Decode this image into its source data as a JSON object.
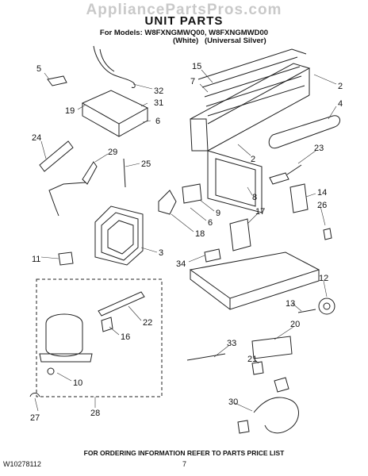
{
  "watermark": "AppliancePartsPros.com",
  "title": "UNIT PARTS",
  "models_line": "For Models: W8FXNGMWQ00, W8FXNGMWD00",
  "color_white": "(White)",
  "color_silver": "(Universal Silver)",
  "callouts": [
    "5",
    "32",
    "19",
    "31",
    "6",
    "24",
    "29",
    "25",
    "15",
    "7",
    "2",
    "4",
    "2",
    "23",
    "8",
    "9",
    "6",
    "17",
    "14",
    "26",
    "18",
    "3",
    "34",
    "11",
    "12",
    "13",
    "22",
    "16",
    "20",
    "33",
    "21",
    "10",
    "30",
    "27",
    "28"
  ],
  "footer_note": "FOR ORDERING INFORMATION REFER TO PARTS PRICE LIST",
  "document_number": "W10278112",
  "page_number": "7"
}
